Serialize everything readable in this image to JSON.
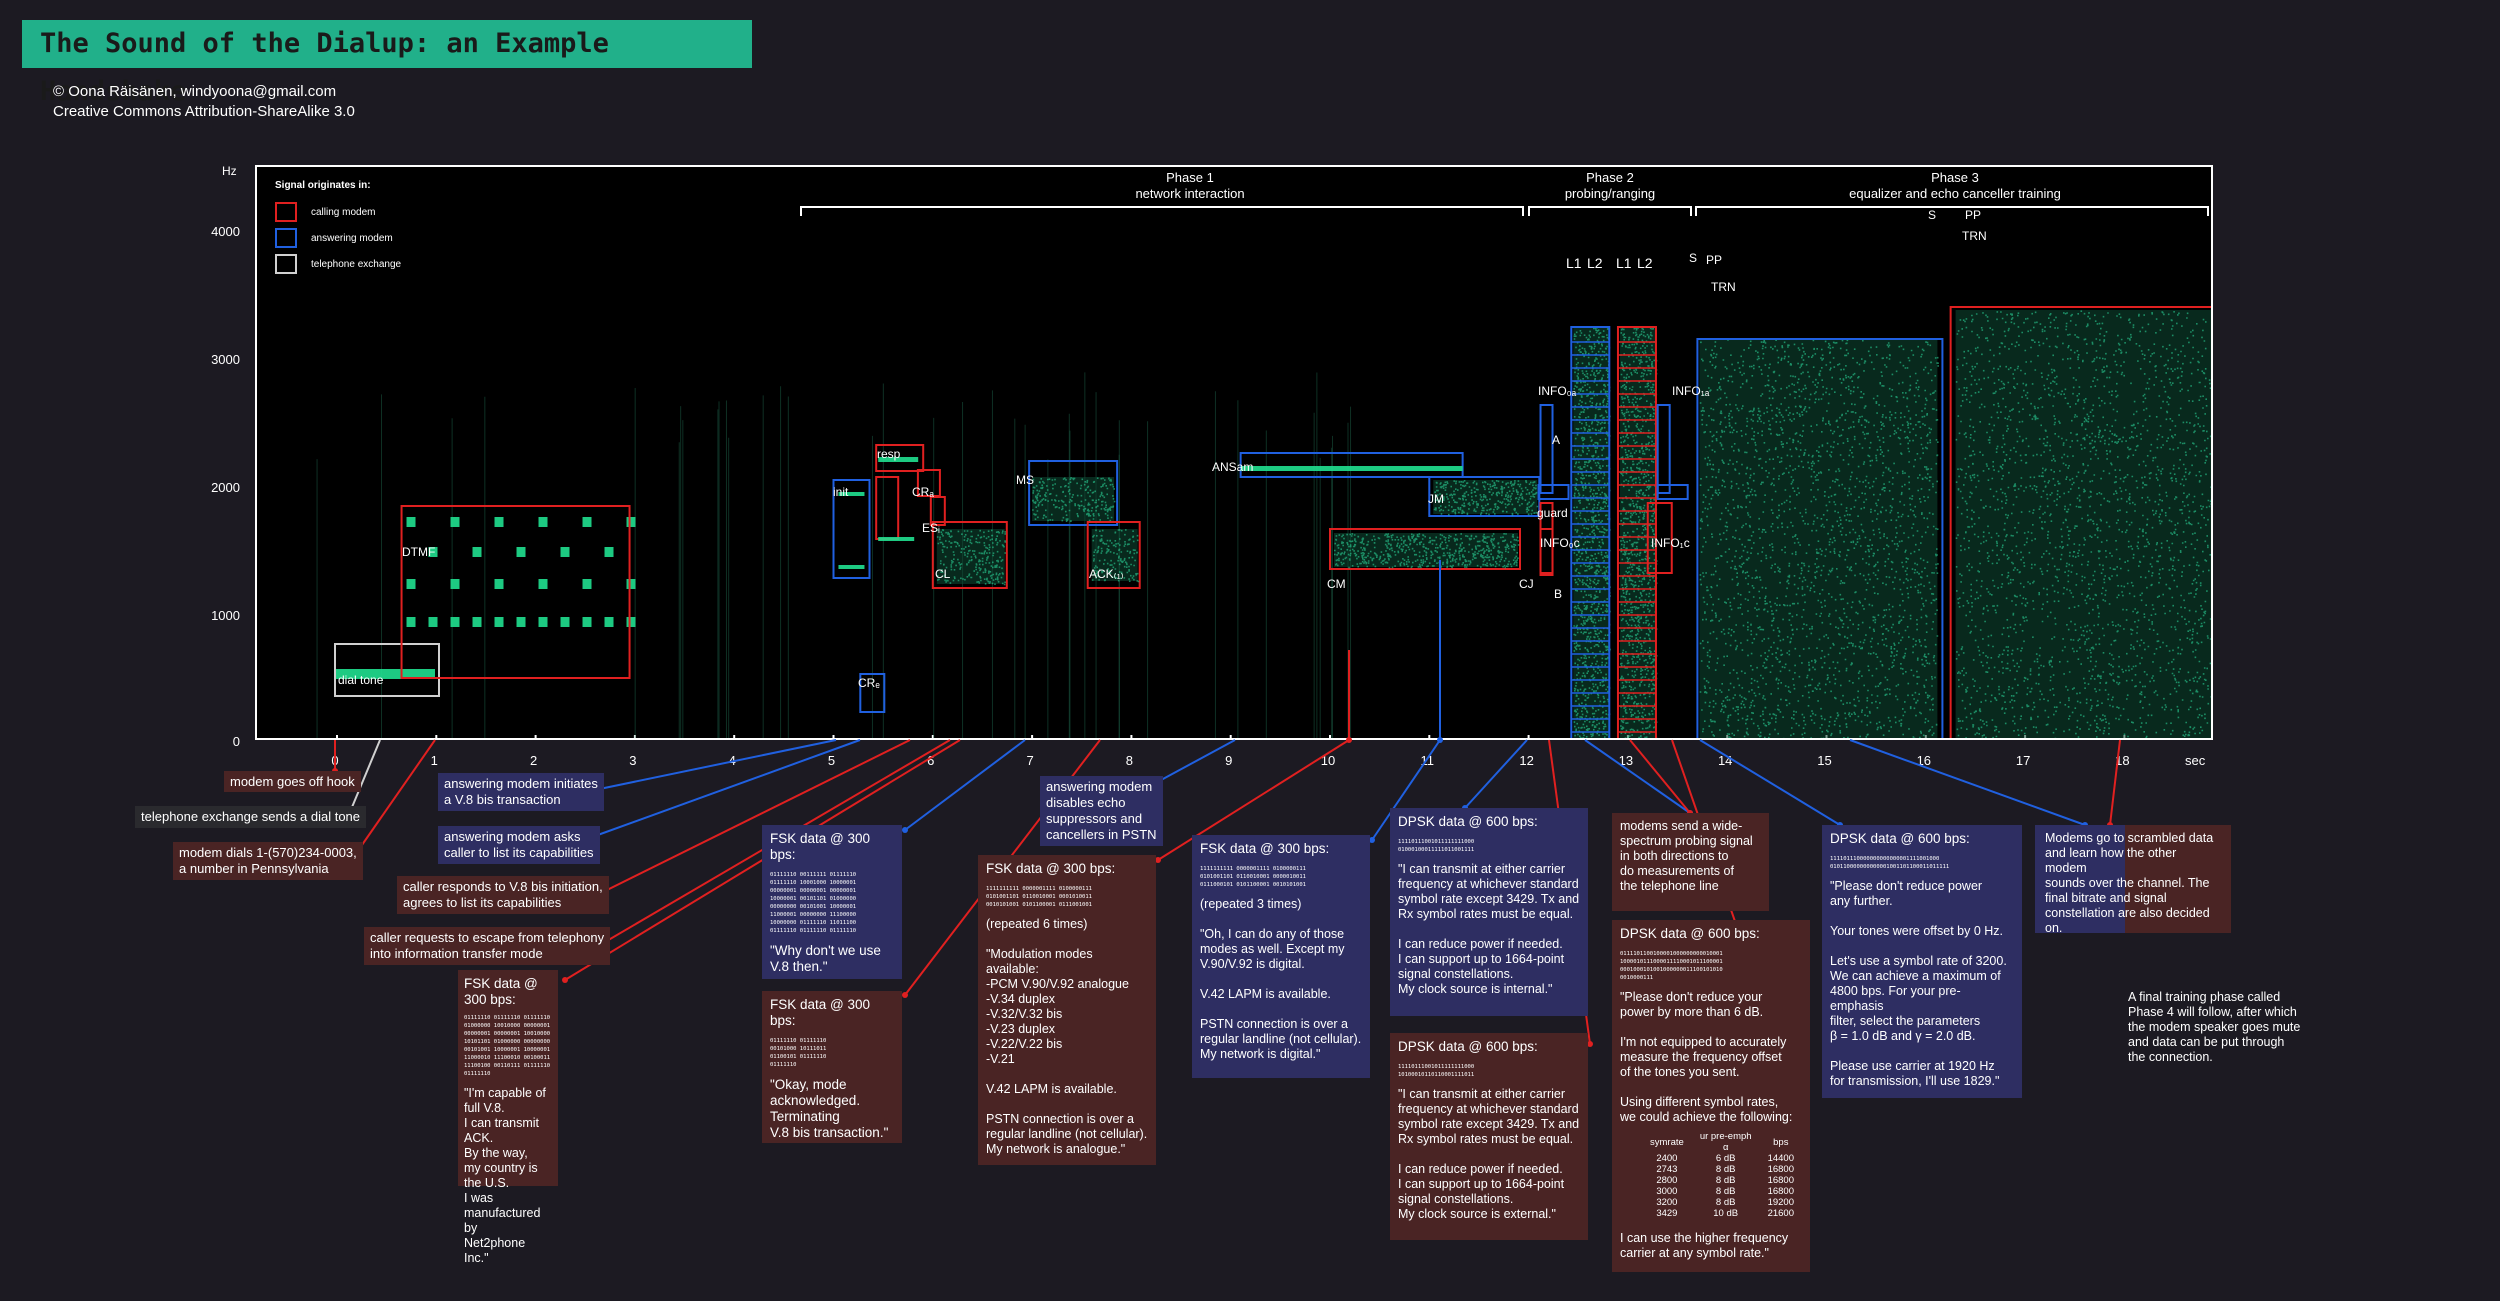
{
  "title": "The Sound of the Dialup: an Example Handshake",
  "credit": [
    "© Oona Räisänen, windyoona@gmail.com",
    "Creative Commons Attribution-ShareAlike 3.0"
  ],
  "colors": {
    "calling": "#e02020",
    "answering": "#2060e0",
    "exchange": "#d0d0d0",
    "signal": "#20e090"
  },
  "axis": {
    "y_unit": "Hz",
    "y_ticks": [
      "4000",
      "3000",
      "2000",
      "1000",
      "0"
    ],
    "x_unit": "sec",
    "x_ticks": [
      "0",
      "1",
      "2",
      "3",
      "4",
      "5",
      "6",
      "7",
      "8",
      "9",
      "10",
      "11",
      "12",
      "13",
      "14",
      "15",
      "16",
      "17",
      "18"
    ]
  },
  "legend": {
    "heading": "Signal originates in:",
    "items": [
      {
        "label": "calling modem",
        "color": "#e02020"
      },
      {
        "label": "answering modem",
        "color": "#2060e0"
      },
      {
        "label": "telephone exchange",
        "color": "#d0d0d0"
      }
    ]
  },
  "phases": [
    {
      "name": "Phase 1",
      "desc": "network interaction"
    },
    {
      "name": "Phase 2",
      "desc": "probing/ranging"
    },
    {
      "name": "Phase 3",
      "desc": "equalizer and echo canceller training"
    }
  ],
  "signal_labels": [
    "dial tone",
    "DTMF",
    "init",
    "CRₑ",
    "resp",
    "CRₐ",
    "ESᵢ",
    "CL",
    "MS",
    "ACK₍₁₎",
    "ANSam",
    "CM",
    "JM",
    "CJ",
    "INFO₀ₐ",
    "A",
    "guard",
    "INFO₀c",
    "B",
    "L1",
    "L2",
    "L1",
    "L2",
    "INFO₁ₐ",
    "INFO₁c",
    "S",
    "PP",
    "TRN",
    "S",
    "PP",
    "TRN"
  ],
  "tags": {
    "off_hook": "modem goes off hook",
    "dial_tone": "telephone exchange sends a dial tone",
    "dials": "modem dials 1-(570)234-0003,\na number in Pennsylvania",
    "v8_init": "answering modem initiates\na V.8 bis transaction",
    "v8_ask": "answering modem asks\ncaller to list its capabilities",
    "caller_resp": "caller responds to V.8 bis initiation,\nagrees to list its capabilities",
    "caller_escape": "caller requests to escape from telephony\ninto information transfer mode",
    "disables": "answering modem\ndisables echo\nsuppressors and\ncancellers in PSTN"
  },
  "boxes": {
    "fsk1": {
      "head": "FSK data @ 300 bps:",
      "bits": "01111110 01111110 01111110\n01000000 10010000 00000001\n00000001 00000001 10010000\n10101101 01000000 00000000\n00101001 10000001 10000001\n11000010 11100010 00100011\n11100100 00110111 01111110\n01111110",
      "text": "\"I'm capable of full V.8.\nI can transmit ACK.\nBy the way,\nmy country is the U.S.\nI was manufactured by\nNet2phone Inc.\""
    },
    "fsk2": {
      "head": "FSK data @ 300 bps:",
      "bits": "01111110 00111111 01111110\n01111110 10001000 10000001\n00000001 00000001 00000001\n10000001 00101101 01000000\n00000000 00101001 10000001\n11000001 00000000 11100000\n10000000 01111110 11011100\n01111110 01111110 01111110",
      "text": "\"Why don't we use\nV.8 then.\""
    },
    "fsk3": {
      "head": "FSK data @ 300 bps:",
      "bits": "01111110 01111110\n00101000 10111011\n01100101 01111110\n01111110",
      "text": "\"Okay, mode\nacknowledged.\nTerminating\nV.8 bis transaction.\""
    },
    "fsk4": {
      "head": "FSK data @ 300 bps:",
      "bits": "1111111111 0000001111 0100000111\n0101001101 0110010001 0001010011\n0010101001 0101100001 0111001001",
      "text": "(repeated 6 times)\n\n\"Modulation modes available:\n   -PCM V.90/V.92 analogue\n   -V.34 duplex\n   -V.32/V.32 bis\n   -V.23 duplex\n   -V.22/V.22 bis\n   -V.21\n\nV.42 LAPM is available.\n\nPSTN connection is over a\nregular landline (not cellular).\nMy network is analogue.\""
    },
    "fsk5": {
      "head": "FSK data @ 300 bps:",
      "bits": "1111111111 0000001111 0100000111\n0101001101 0110010001 0000010011\n0111000101 0101100001 0010101001",
      "text": "(repeated 3 times)\n\n\"Oh, I can do any of those\nmodes as well. Except my\nV.90/V.92 is digital.\n\nV.42 LAPM is available.\n\nPSTN connection is over a\nregular landline (not cellular).\nMy network is digital.\""
    },
    "dpsk1": {
      "head": "DPSK data @ 600 bps:",
      "bits": "11110111001011111111000\n01000100011111011001111",
      "text": "\"I can transmit at either carrier\nfrequency at whichever standard\nsymbol rate except 3429. Tx and\nRx symbol rates must be equal.\n\nI can reduce power if needed.\nI can support up to 1664-point\nsignal constellations.\nMy clock source is internal.\""
    },
    "dpsk2": {
      "head": "DPSK data @ 600 bps:",
      "bits": "11110111001011111111000\n10100010110110001111011",
      "text": "\"I can transmit at either carrier\nfrequency at whichever standard\nsymbol rate except 3429. Tx and\nRx symbol rates must be equal.\n\nI can reduce power if needed.\nI can support up to 1664-point\nsignal constellations.\nMy clock source is external.\""
    },
    "probe": {
      "text": "modems send a wide-\nspectrum probing signal\nin both directions to\ndo measurements of\nthe telephone line"
    },
    "dpsk3": {
      "head": "DPSK data @ 600 bps:",
      "bits": "0111101100100001000000000010001\n1000010111000011110001011100001\n0001000101001000000011100101010\n0010000111",
      "text": "\"Please don't reduce your\npower by more than 6 dB.\n\nI'm not equipped to accurately\nmeasure the frequency offset\nof the tones you sent.\n\nUsing different symbol rates,\nwe could achieve the following:",
      "table_head": [
        "symrate",
        "ur pre-emph α",
        "bps"
      ],
      "table": [
        [
          "2400",
          "6 dB",
          "14400"
        ],
        [
          "2743",
          "8 dB",
          "16800"
        ],
        [
          "2800",
          "8 dB",
          "16800"
        ],
        [
          "3000",
          "8 dB",
          "16800"
        ],
        [
          "3200",
          "8 dB",
          "19200"
        ],
        [
          "3429",
          "10 dB",
          "21600"
        ]
      ],
      "tail": "I can use the higher frequency\ncarrier at any symbol rate.\""
    },
    "dpsk4": {
      "head": "DPSK data @ 600 bps:",
      "bits": "111101110000000000000001111001000\n010110000000000001001101100011011111",
      "text": "\"Please don't reduce power\nany further.\n\nYour tones were offset by 0 Hz.\n\nLet's use a symbol rate of 3200.\nWe can achieve a maximum of\n4800 bps. For your pre-emphasis\nfilter, select the parameters\nβ = 1.0 dB and γ = 2.0 dB.\n\nPlease use carrier at 1920 Hz\nfor transmission, I'll use 1829.\""
    },
    "scramble": {
      "text": "Modems go to scrambled data\nand learn how the other modem\nsounds over the channel. The\nfinal bitrate and signal\nconstellation are also decided\non."
    },
    "final": {
      "text": "A final training phase called\nPhase 4 will follow, after which\nthe modem speaker goes mute\nand data can be put through\nthe connection."
    }
  }
}
